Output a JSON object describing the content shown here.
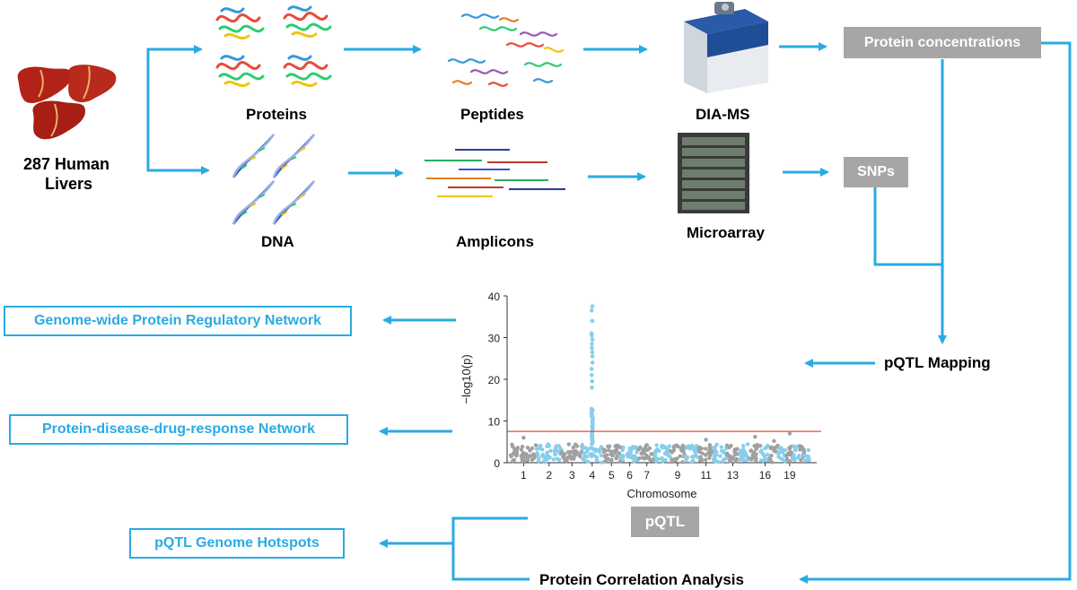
{
  "colors": {
    "arrow": "#29abe2",
    "gray_box": "#a6a6a6",
    "threshold": "#e74c3c",
    "manhattan_blue": "#87ceeb",
    "manhattan_gray": "#a0a0a0"
  },
  "workflow": {
    "source_line1": "287 Human",
    "source_line2": "Livers",
    "proteins": "Proteins",
    "peptides": "Peptides",
    "dia_ms": "DIA-MS",
    "dna": "DNA",
    "amplicons": "Amplicons",
    "microarray": "Microarray",
    "protein_concentrations": "Protein concentrations",
    "snps": "SNPs",
    "pqtl_mapping": "pQTL Mapping",
    "pqtl": "pQTL",
    "protein_correlation": "Protein Correlation Analysis"
  },
  "outputs": {
    "regulatory_network": "Genome-wide Protein Regulatory Network",
    "disease_network": "Protein-disease-drug-response Network",
    "hotspots": "pQTL Genome Hotspots"
  },
  "chart_data": {
    "type": "scatter",
    "xlabel": "Chromosome",
    "ylabel": "−log10(p)",
    "ylim": [
      0,
      40
    ],
    "yticks": [
      0,
      10,
      20,
      30,
      40
    ],
    "xtick_labels": [
      "1",
      "2",
      "3",
      "4",
      "5",
      "6",
      "7",
      "9",
      "11",
      "13",
      "16",
      "19"
    ],
    "threshold": 7.5,
    "grid": false,
    "peak": {
      "chromosome": "4",
      "max_value": 37.5
    }
  }
}
